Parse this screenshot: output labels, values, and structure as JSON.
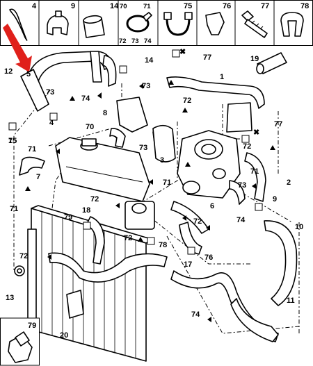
{
  "header_cells": [
    "4",
    "9",
    "14",
    "70",
    "71",
    "72",
    "73",
    "74",
    "75",
    "76",
    "77",
    "78"
  ],
  "callouts": {
    "c1": "1",
    "c2": "2",
    "c3": "3",
    "c4": "4",
    "c5": "5",
    "c6": "6",
    "c7": "7",
    "c8": "8",
    "c9": "9",
    "c10": "10",
    "c11": "11",
    "c12": "12",
    "c13": "13",
    "c14": "14",
    "c15": "15",
    "c17": "17",
    "c18": "18",
    "c19": "19",
    "c20": "20",
    "c70": "70",
    "c71a": "71",
    "c71b": "71",
    "c71c": "71",
    "c71d": "71",
    "c72a": "72",
    "c72b": "72",
    "c72c": "72",
    "c72d": "72",
    "c72e": "72",
    "c72f": "72",
    "c73a": "73",
    "c73b": "73",
    "c73c": "73",
    "c73d": "73",
    "c74a": "74",
    "c74b": "74",
    "c74c": "74",
    "c75": "75",
    "c76": "76",
    "c77a": "77",
    "c77b": "77",
    "c78": "78",
    "c79a": "79",
    "c79b": "79"
  },
  "colors": {
    "arrow": "#e0201b",
    "line": "#000000",
    "background": "#ffffff"
  }
}
